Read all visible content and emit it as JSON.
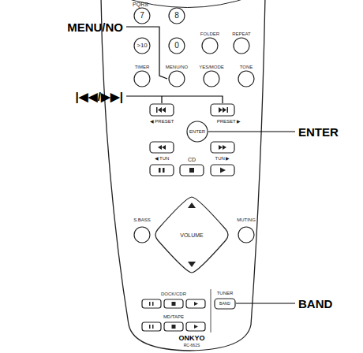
{
  "diagram": {
    "labels": [
      "MENU/NO",
      "|◀◀/▶▶|",
      "ENTER",
      "BAND",
      "PQRS",
      "7",
      "8",
      "FOLDER",
      "REPEAT",
      ">10",
      "0",
      "TIMER",
      "MENU/NO",
      "YES/MODE",
      "TONE",
      "◀ PRESET",
      "PRESET ▶",
      "ENTER",
      "◀ TUN",
      "TUN ▶",
      "CD",
      "S.BASS",
      "VOLUME",
      "MUTING",
      "DOCK/CDR",
      "MD/TAPE",
      "TUNER",
      "BAND",
      "ONKYO",
      "RC-662S"
    ]
  }
}
